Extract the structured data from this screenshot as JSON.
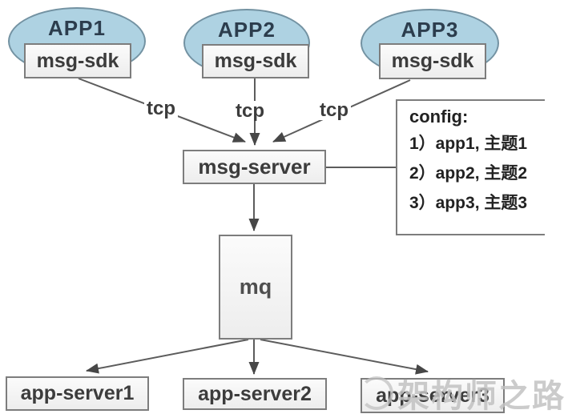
{
  "diagram": {
    "apps": [
      {
        "label": "APP1",
        "sdk_label": "msg-sdk"
      },
      {
        "label": "APP2",
        "sdk_label": "msg-sdk"
      },
      {
        "label": "APP3",
        "sdk_label": "msg-sdk"
      }
    ],
    "tcp_labels": [
      "tcp",
      "tcp",
      "tcp"
    ],
    "msg_server_label": "msg-server",
    "mq_label": "mq",
    "app_servers": [
      "app-server1",
      "app-server2",
      "app-server3"
    ],
    "config_box": {
      "title": "config:",
      "lines": [
        "1）app1, 主题1",
        "2）app2, 主题2",
        "3）app3, 主题3"
      ]
    },
    "watermark": "架构师之路",
    "colors": {
      "ellipse_fill": "#aed2e2",
      "ellipse_border": "#7392a2",
      "box_border": "#7d7d7d",
      "box_fill": "#f2f2f2",
      "line": "#5c5c5c",
      "arrow": "#474747",
      "text": "#3c3c3c",
      "app_text": "#2c3d4d",
      "watermark": "#c2c2c2"
    }
  }
}
